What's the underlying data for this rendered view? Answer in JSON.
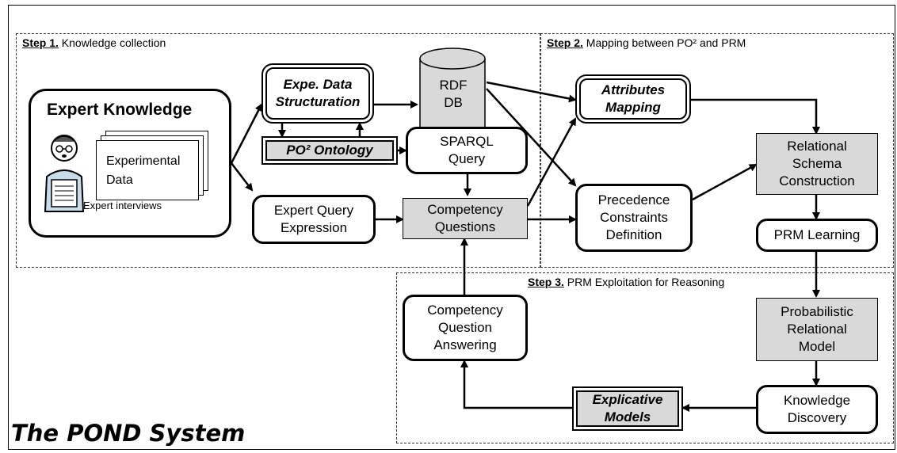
{
  "title": "The POND System",
  "steps": {
    "step1": {
      "label": "Step 1.",
      "text": " Knowledge collection"
    },
    "step2": {
      "label": "Step 2.",
      "text": " Mapping between PO² and PRM"
    },
    "step3": {
      "label": "Step 3.",
      "text": " PRM Exploitation for Reasoning"
    }
  },
  "expert": {
    "title": "Expert Knowledge",
    "doc_text": "Experimental\nData",
    "subtitle": "Expert interviews"
  },
  "nodes": {
    "expe_data_structuration": "Expe. Data\nStructuration",
    "rdf_db": "RDF\nDB",
    "po2_ontology": "PO² Ontology",
    "sparql_query": "SPARQL\nQuery",
    "expert_query_expression": "Expert Query\nExpression",
    "competency_questions": "Competency\nQuestions",
    "attributes_mapping": "Attributes\nMapping",
    "precedence_constraints": "Precedence\nConstraints\nDefinition",
    "relational_schema": "Relational\nSchema\nConstruction",
    "prm_learning": "PRM Learning",
    "probabilistic_relational_model": "Probabilistic\nRelational\nModel",
    "knowledge_discovery": "Knowledge\nDiscovery",
    "explicative_models": "Explicative\nModels",
    "competency_question_answering": "Competency\nQuestion\nAnswering"
  }
}
